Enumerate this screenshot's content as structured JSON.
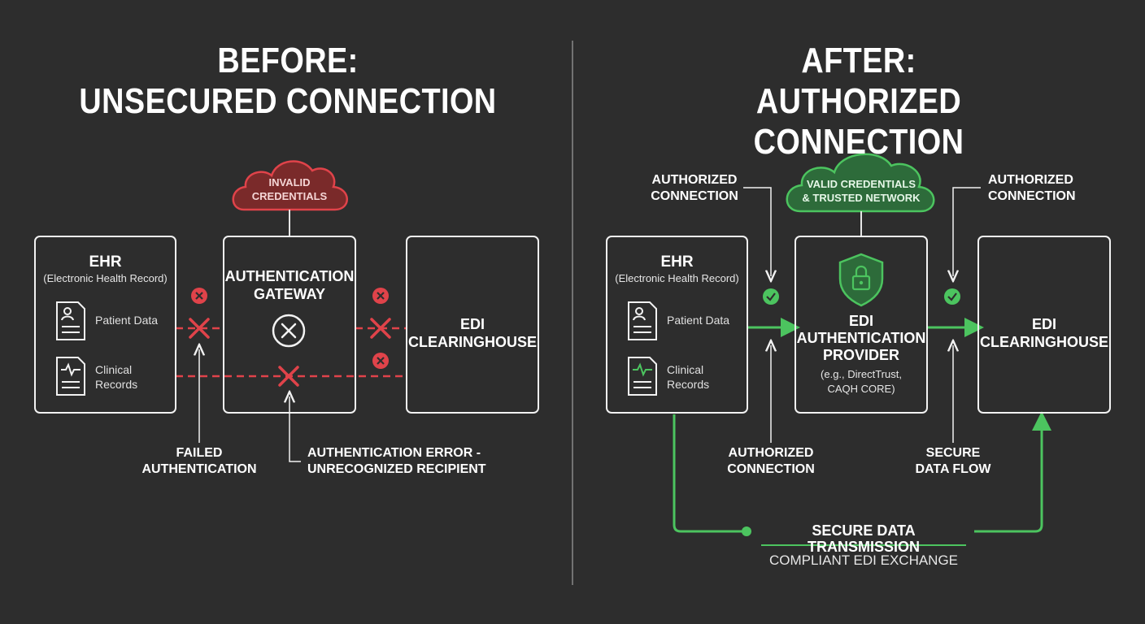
{
  "before": {
    "title_line1": "BEFORE:",
    "title_line2": "UNSECURED CONNECTION",
    "cloud_line1": "INVALID",
    "cloud_line2": "CREDENTIALS",
    "ehr": {
      "title": "EHR",
      "subtitle": "(Electronic Health Record)",
      "item1": "Patient Data",
      "item2_line1": "Clinical",
      "item2_line2": "Records"
    },
    "gateway_line1": "AUTHENTICATION",
    "gateway_line2": "GATEWAY",
    "edi_line1": "EDI",
    "edi_line2": "CLEARINGHOUSE",
    "failed_line1": "FAILED",
    "failed_line2": "AUTHENTICATION",
    "error_line1": "AUTHENTICATION ERROR -",
    "error_line2": "UNRECOGNIZED RECIPIENT"
  },
  "after": {
    "title_line1": "AFTER:",
    "title_line2": "AUTHORIZED CONNECTION",
    "cloud_line1": "VALID CREDENTIALS",
    "cloud_line2": "& TRUSTED NETWORK",
    "ehr": {
      "title": "EHR",
      "subtitle": "(Electronic Health Record)",
      "item1": "Patient Data",
      "item2_line1": "Clinical",
      "item2_line2": "Records"
    },
    "provider_line1": "EDI",
    "provider_line2": "AUTHENTICATION",
    "provider_line3": "PROVIDER",
    "provider_sub1": "(e.g., DirectTrust,",
    "provider_sub2": "CAQH CORE)",
    "edi_line1": "EDI",
    "edi_line2": "CLEARINGHOUSE",
    "auth_conn_tl_line1": "AUTHORIZED",
    "auth_conn_tl_line2": "CONNECTION",
    "auth_conn_tr_line1": "AUTHORIZED",
    "auth_conn_tr_line2": "CONNECTION",
    "auth_conn_bottom_line1": "AUTHORIZED",
    "auth_conn_bottom_line2": "CONNECTION",
    "secure_flow_line1": "SECURE",
    "secure_flow_line2": "DATA FLOW",
    "transmission": "SECURE DATA TRANSMISSION",
    "exchange": "COMPLIANT EDI EXCHANGE"
  },
  "colors": {
    "background": "#2d2d2d",
    "red": "#e0434a",
    "green": "#4cc45f",
    "red_cloud_fill": "#7a2a2a",
    "green_cloud_fill": "#2d6b3a"
  }
}
